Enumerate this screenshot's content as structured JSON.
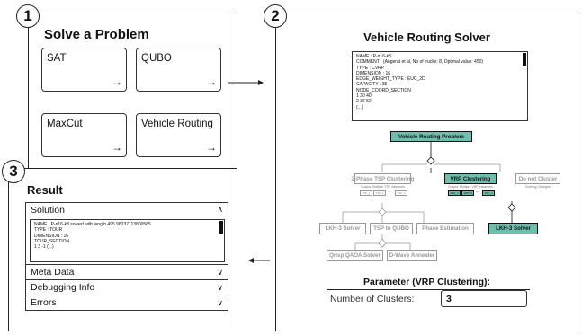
{
  "badges": [
    "1",
    "2",
    "3"
  ],
  "panel1": {
    "title": "Solve a Problem",
    "tiles": [
      {
        "label": "SAT",
        "arrow": "→"
      },
      {
        "label": "QUBO",
        "arrow": "→"
      },
      {
        "label": "MaxCut",
        "arrow": "→"
      },
      {
        "label": "Vehicle Routing",
        "arrow": "→"
      }
    ]
  },
  "panel2": {
    "title": "Vehicle Routing Solver",
    "input_lines": [
      "NAME : P-n16-k8",
      "COMMENT : (Augerat et al, No of trucks: 8, Optimal value: 450)",
      "TYPE : CVRP",
      "DIMENSION : 16",
      "EDGE_WEIGHT_TYPE : EUC_2D",
      "CAPACITY : 35",
      "NODE_COORD_SECTION",
      "1 30 40",
      "2 37 52",
      "(...)"
    ],
    "tree": {
      "root": "Vehicle Routing Problem",
      "two_phase": "2-Phase TSP Clustering",
      "two_phase_sub": "Output: Multiple TSP instances",
      "vrp_clustering": "VRP Clustering",
      "vrp_clustering_sub": "Output: Multiple VRP instances",
      "no_cluster": "Do not Cluster",
      "no_cluster_sub": "Nothing Changes",
      "tsp_chips": [
        "TSP_1",
        "TSP_2",
        "TSP_n"
      ],
      "vrp_chips": [
        "VRP_1",
        "VRP_2",
        "VRP_n"
      ],
      "chip_dots": "...",
      "lkh3_left": "LKH-3 Solver",
      "tsp_to_qubo": "TSP to QUBO",
      "phase_estimation": "Phase Estimation",
      "lkh3_right": "LKH-3 Solver",
      "qrisp": "Qrisp QAOA Solver",
      "dwave": "D-Wave Annealer"
    },
    "parameter": {
      "title": "Parameter (VRP Clustering):",
      "label": "Number of Clusters:",
      "value": "3"
    }
  },
  "panel3": {
    "title": "Result",
    "sections": [
      {
        "label": "Solution",
        "chevron": "∧"
      },
      {
        "label": "Meta Data",
        "chevron": "∨"
      },
      {
        "label": "Debugging Info",
        "chevron": "∨"
      },
      {
        "label": "Errors",
        "chevron": "∨"
      }
    ],
    "solution_lines": [
      "NAME : P-n16-k8 solved with length 495.98237113800565",
      "TYPE : TOUR",
      "DIMENSION : 16",
      "TOUR_SECTION",
      "1 3 -1 (...)"
    ]
  },
  "colors": {
    "active": "#6fbfae",
    "inactive": "#999999"
  }
}
